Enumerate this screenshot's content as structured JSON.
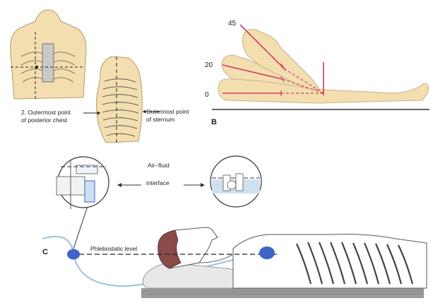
{
  "panel_a": {
    "posterior_label_line1": "2. Outermost point",
    "posterior_label_line2": "of posterior chest",
    "sternum_label_line1": "Outermost point",
    "sternum_label_line2": "of sternum"
  },
  "panel_b": {
    "letter": "B",
    "angle_45": "45",
    "angle_20": "20",
    "angle_0": "0"
  },
  "panel_c": {
    "letter": "C",
    "air_fluid_line1": "Air–fluid",
    "air_fluid_line2": "interface",
    "phlebostatic_label": "Phlebostatic level"
  },
  "colors": {
    "skin": "#f3deb0",
    "skin_outline": "#b89a6a",
    "angle_lines": "#d43a5c",
    "heart_blue": "#3f63c8",
    "tubing_blue": "#9cc3e0",
    "hair": "#8a4a4a",
    "pillow": "#e8e8e8",
    "mattress": "#9a9a9a"
  }
}
